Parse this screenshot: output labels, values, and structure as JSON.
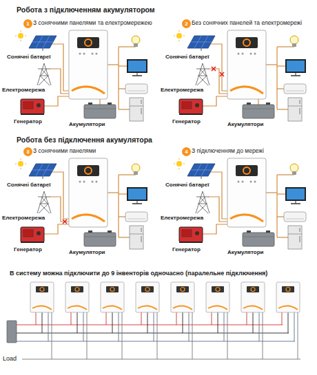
{
  "diagram": {
    "nodes": [
      {
        "text": [
          "1"
        ]
      },
      {
        "text": [
          "2"
        ]
      },
      {
        "text": [
          "3"
        ]
      },
      {
        "text": [
          "4"
        ]
      }
    ],
    "labels": [
      "Робота з підключенням акумулятором",
      "З сонячними панелями та електромережею",
      "Сонячні батареї",
      "Електромережа",
      "Генератор",
      "Акумулятори",
      "Без сонячних панелей та електромережі",
      "Сонячні батареї",
      "Електромережа",
      "Генератор",
      "Акумулятори",
      "Робота без підключення акумулятора",
      "З сонячними панелями",
      "Сонячні батареї",
      "Електромережа",
      "Генератор",
      "Акумулятори",
      "З підключенням до мережі",
      "Сонячні батареї",
      "Електромережа",
      "Генератор",
      "Акумулятори",
      "В систему можна підключити до 9 інвенторів одночасно (паралельне підключення)",
      "Load"
    ]
  }
}
